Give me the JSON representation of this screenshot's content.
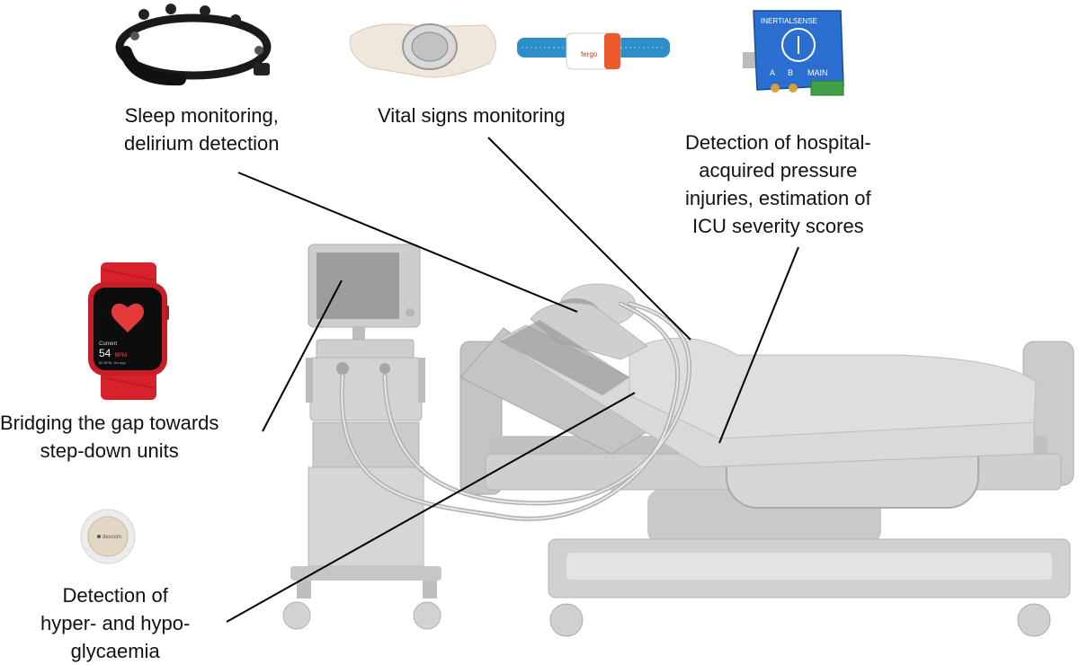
{
  "labels": {
    "sleep": [
      "Sleep monitoring,",
      "delirium detection"
    ],
    "vital": [
      "Vital signs monitoring"
    ],
    "pressure": [
      "Detection of hospital-",
      "acquired pressure",
      "injuries, estimation of",
      "ICU severity scores"
    ],
    "bridging": [
      "Bridging the gap towards",
      "step-down units"
    ],
    "glycaemia": [
      "Detection of",
      "hyper- and hypo-",
      "glycaemia"
    ]
  },
  "devices": {
    "eeg_headset": "eeg-headset",
    "patch_sensor": "adhesive-patch-sensor",
    "arm_band": "arm-band-sensor",
    "arm_band_brand": "fergo",
    "imu_module": "inertial-sensor-module",
    "imu_module_text": {
      "brand": "INERTIALSENSE",
      "port_a": "A",
      "port_b": "B",
      "port_main": "MAIN"
    },
    "smartwatch": "smartwatch",
    "smartwatch_screen": {
      "caption": "Current",
      "value": "54",
      "unit": "BPM",
      "subcaption": "60 BPM, 3m ago"
    },
    "cgm": "continuous-glucose-monitor",
    "cgm_brand": "dexcom"
  },
  "colors": {
    "equipment": "#c8c8c8",
    "equipment_dark": "#9a9a9a",
    "line": "#000000",
    "watch_red": "#d7222c",
    "band_blue": "#2c8fc8",
    "module_blue": "#2a6fd0"
  }
}
